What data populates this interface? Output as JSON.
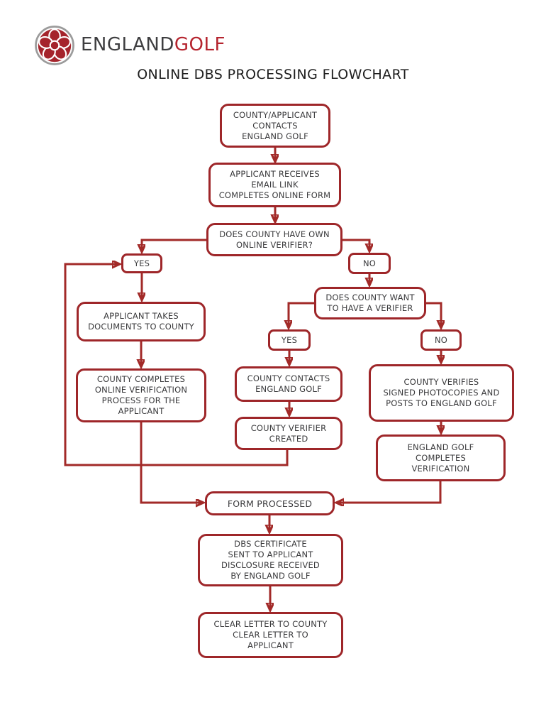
{
  "brand": {
    "logo_icon": "england-golf-rose-icon",
    "name_part1": "ENGLAND",
    "name_part2": "GOLF"
  },
  "page": {
    "title": "ONLINE DBS PROCESSING FLOWCHART"
  },
  "colors": {
    "box_border": "#9e2629",
    "connector_line": "#a22a28",
    "box_text": "#3a3a3c",
    "title_text": "#1e1e1e",
    "brand_dark": "#3e3e40",
    "brand_red": "#b5242e"
  },
  "flowchart": {
    "nodes": [
      {
        "id": "start",
        "small": false,
        "lines": [
          "COUNTY/APPLICANT",
          "CONTACTS",
          "ENGLAND GOLF"
        ]
      },
      {
        "id": "receives",
        "small": false,
        "lines": [
          "APPLICANT RECEIVES",
          "EMAIL LINK",
          "COMPLETES ONLINE FORM"
        ]
      },
      {
        "id": "q1",
        "small": false,
        "lines": [
          "DOES COUNTY HAVE OWN",
          "ONLINE VERIFIER?"
        ]
      },
      {
        "id": "yes_left",
        "small": true,
        "lines": [
          "YES"
        ]
      },
      {
        "id": "takes",
        "small": false,
        "lines": [
          "APPLICANT TAKES",
          "DOCUMENTS TO COUNTY"
        ]
      },
      {
        "id": "completes",
        "small": false,
        "lines": [
          "COUNTY COMPLETES",
          "ONLINE VERIFICATION",
          "PROCESS FOR THE",
          "APPLICANT"
        ]
      },
      {
        "id": "no_1",
        "small": true,
        "lines": [
          "NO"
        ]
      },
      {
        "id": "want",
        "small": false,
        "lines": [
          "DOES COUNTY WANT",
          "TO HAVE A VERIFIER"
        ]
      },
      {
        "id": "yes_right",
        "small": true,
        "lines": [
          "YES"
        ]
      },
      {
        "id": "contacts",
        "small": false,
        "lines": [
          "COUNTY CONTACTS",
          "ENGLAND GOLF"
        ]
      },
      {
        "id": "created",
        "small": false,
        "lines": [
          "COUNTY VERIFIER",
          "CREATED"
        ]
      },
      {
        "id": "no_2",
        "small": true,
        "lines": [
          "NO"
        ]
      },
      {
        "id": "verifies",
        "small": false,
        "lines": [
          "COUNTY VERIFIES",
          "SIGNED PHOTOCOPIES AND",
          "POSTS TO ENGLAND GOLF"
        ]
      },
      {
        "id": "eg_completes",
        "small": false,
        "lines": [
          "ENGLAND GOLF",
          "COMPLETES",
          "VERIFICATION"
        ]
      },
      {
        "id": "processed",
        "small": false,
        "lines": [
          "FORM PROCESSED"
        ]
      },
      {
        "id": "dbs",
        "small": false,
        "lines": [
          "DBS CERTIFICATE",
          "SENT TO APPLICANT",
          "DISCLOSURE RECEIVED",
          "BY ENGLAND GOLF"
        ]
      },
      {
        "id": "clear",
        "small": false,
        "lines": [
          "CLEAR LETTER TO COUNTY",
          "CLEAR LETTER TO",
          "APPLICANT"
        ]
      }
    ],
    "edges": [
      {
        "from": "start",
        "to": "receives"
      },
      {
        "from": "receives",
        "to": "q1"
      },
      {
        "from": "q1",
        "to": "yes_left"
      },
      {
        "from": "created",
        "to": "yes_left"
      },
      {
        "from": "yes_left",
        "to": "takes"
      },
      {
        "from": "takes",
        "to": "completes"
      },
      {
        "from": "completes",
        "to": "processed"
      },
      {
        "from": "q1",
        "to": "no_1"
      },
      {
        "from": "no_1",
        "to": "want"
      },
      {
        "from": "want",
        "to": "yes_right"
      },
      {
        "from": "want",
        "to": "no_2"
      },
      {
        "from": "yes_right",
        "to": "contacts"
      },
      {
        "from": "contacts",
        "to": "created"
      },
      {
        "from": "no_2",
        "to": "verifies"
      },
      {
        "from": "verifies",
        "to": "eg_completes"
      },
      {
        "from": "eg_completes",
        "to": "processed"
      },
      {
        "from": "processed",
        "to": "dbs"
      },
      {
        "from": "dbs",
        "to": "clear"
      }
    ]
  }
}
